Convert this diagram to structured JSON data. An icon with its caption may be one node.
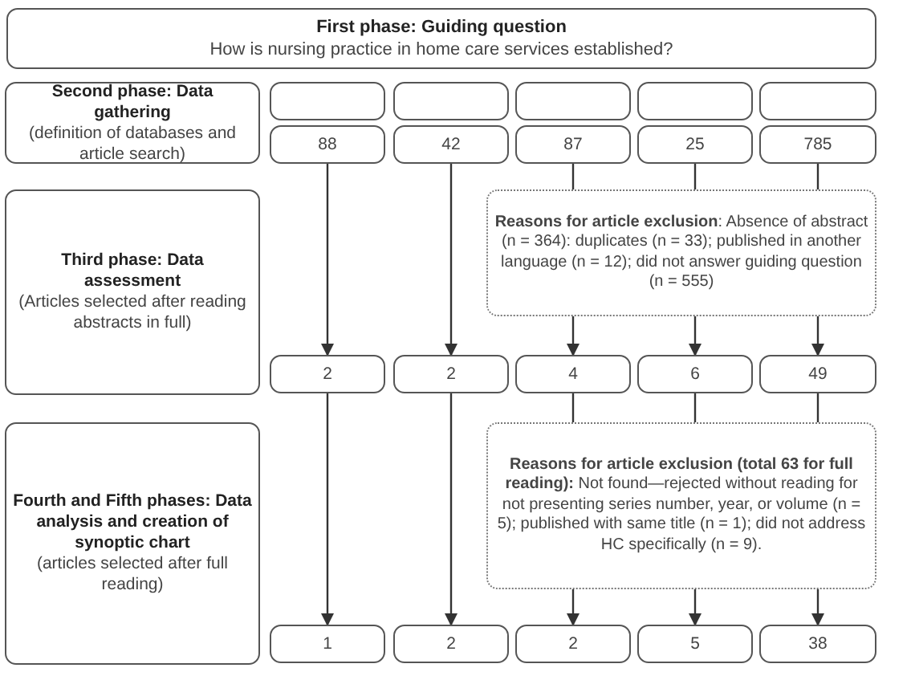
{
  "diagram": {
    "nodes": [
      {
        "text": [
          "First phase: Guiding question",
          "How is nursing practice in home care services established?"
        ]
      },
      {
        "text": [
          "Second phase: Data gathering",
          "(definition of databases and article search)"
        ]
      },
      {
        "text": [],
        "shape": "box"
      },
      {
        "text": [],
        "shape": "box"
      },
      {
        "text": [],
        "shape": "box"
      },
      {
        "text": [],
        "shape": "box"
      },
      {
        "text": [],
        "shape": "box"
      },
      {
        "text": [
          "88"
        ]
      },
      {
        "text": [
          "42"
        ]
      },
      {
        "text": [
          "87"
        ]
      },
      {
        "text": [
          "25"
        ]
      },
      {
        "text": [
          "785"
        ]
      },
      {
        "text": [
          "Third phase: Data assessment",
          "(Articles selected after reading abstracts in full)"
        ]
      },
      {
        "text": [
          "**Reasons for article exclusion**: Absence of abstract (n = 364): duplicates (n = 33); published in another language (n = 12); did not answer guiding question (n = 555)"
        ]
      },
      {
        "text": [
          "2"
        ]
      },
      {
        "text": [
          "2"
        ]
      },
      {
        "text": [
          "4"
        ]
      },
      {
        "text": [
          "6"
        ]
      },
      {
        "text": [
          "49"
        ]
      },
      {
        "text": [
          "Fourth and Fifth phases: Data analysis and creation of synoptic chart",
          "(articles selected after full reading)"
        ]
      },
      {
        "text": [
          "**Reasons for article exclusion (total 63 for full reading):** Not found—rejected without reading for not presenting series number, year, or volume (n = 5); published with same title (n = 1); did not address HC specifically (n = 9)."
        ]
      },
      {
        "text": [
          "1"
        ]
      },
      {
        "text": [
          "2"
        ]
      },
      {
        "text": [
          "2"
        ]
      },
      {
        "text": [
          "5"
        ]
      },
      {
        "text": [
          "38"
        ]
      }
    ],
    "edges": [
      {
        "from": 7,
        "to": 14,
        "arrow": "to"
      },
      {
        "from": 8,
        "to": 15,
        "arrow": "to"
      },
      {
        "from": 9,
        "to": 13,
        "arrow": "none"
      },
      {
        "from": 10,
        "to": 13,
        "arrow": "none"
      },
      {
        "from": 11,
        "to": 13,
        "arrow": "none"
      },
      {
        "from": 13,
        "to": 16,
        "arrow": "to"
      },
      {
        "from": 13,
        "to": 17,
        "arrow": "to"
      },
      {
        "from": 13,
        "to": 18,
        "arrow": "to"
      },
      {
        "from": 14,
        "to": 21,
        "arrow": "to"
      },
      {
        "from": 15,
        "to": 22,
        "arrow": "to"
      },
      {
        "from": 16,
        "to": 20,
        "arrow": "none"
      },
      {
        "from": 17,
        "to": 20,
        "arrow": "none"
      },
      {
        "from": 18,
        "to": 20,
        "arrow": "none"
      },
      {
        "from": 20,
        "to": 23,
        "arrow": "to"
      },
      {
        "from": 20,
        "to": 24,
        "arrow": "to"
      },
      {
        "from": 20,
        "to": 25,
        "arrow": "to"
      }
    ]
  }
}
